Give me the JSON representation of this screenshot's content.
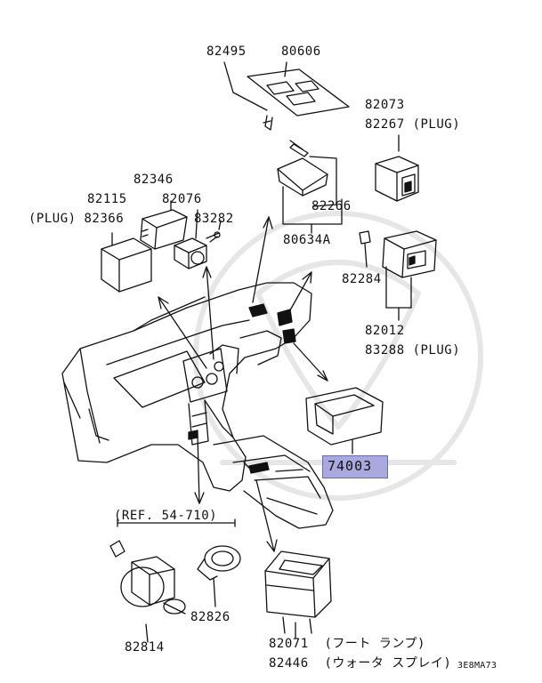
{
  "diagram": {
    "code": "3E8MA73",
    "highlight_part": "74003",
    "labels": {
      "p82495": "82495",
      "p80606": "80606",
      "p82073": "82073",
      "p82267": "82267 (PLUG)",
      "p82346": "82346",
      "p82115": "82115",
      "p82076": "82076",
      "p82366": "(PLUG) 82366",
      "p83282": "83282",
      "p82266": "82266",
      "p80634A": "80634A",
      "p82284": "82284",
      "p82012": "82012",
      "p83288": "83288 (PLUG)",
      "p_ref": "(REF. 54-710)",
      "p82826": "82826",
      "p82814": "82814",
      "p82071": "82071  (フート ランプ)",
      "p82446": "82446  (ウォータ スプレイ)"
    }
  }
}
